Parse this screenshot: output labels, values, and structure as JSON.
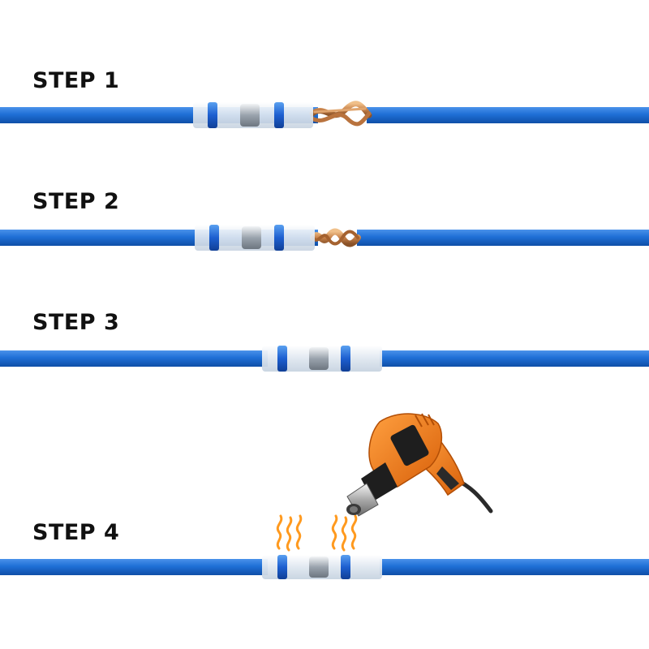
{
  "steps": [
    {
      "label": "STEP 1"
    },
    {
      "label": "STEP 2"
    },
    {
      "label": "STEP 3"
    },
    {
      "label": "STEP 4"
    }
  ],
  "colors": {
    "wire": "#1f6fd6",
    "wire_dark": "#0f4fa8",
    "copper": "#c8824a",
    "sleeve": "#e8eef5",
    "seal_band": "#1d5fd0",
    "solder": "#9aa3ad",
    "heat": "#ff9a1f",
    "gun_body": "#f07a12",
    "gun_dark": "#1e1e1e"
  },
  "icons": {
    "heat_gun": "heat-gun-icon",
    "heat_waves": "heat-waves-icon"
  }
}
